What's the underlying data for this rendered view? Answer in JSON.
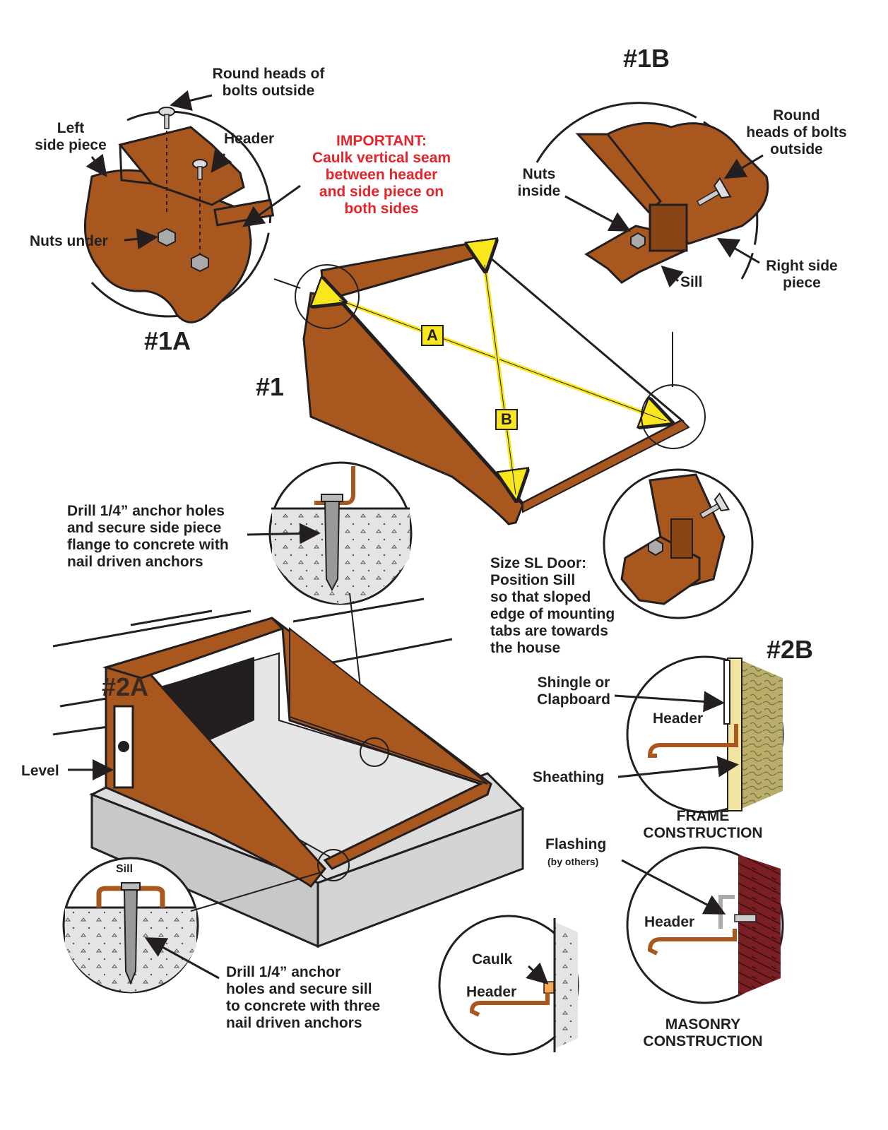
{
  "labels": {
    "round_heads_1a": [
      "Round heads of",
      "bolts outside"
    ],
    "left_side_piece": [
      "Left",
      "side piece"
    ],
    "header_1a": "Header",
    "important": [
      "IMPORTANT:",
      "Caulk vertical seam",
      "between header",
      "and side piece on",
      "both sides"
    ],
    "nuts_under": "Nuts under",
    "fig_1a": "#1A",
    "fig_1b": "#1B",
    "nuts_inside": [
      "Nuts",
      "inside"
    ],
    "round_heads_1b": [
      "Round",
      "heads of bolts",
      "outside"
    ],
    "sill_1b": "Sill",
    "right_side_piece": [
      "Right side",
      "piece"
    ],
    "fig_1": "#1",
    "diag_a": "A",
    "diag_b": "B",
    "drill_side": [
      "Drill 1/4” anchor holes",
      "and secure side piece",
      "flange to concrete with",
      "nail driven anchors"
    ],
    "size_sl": [
      "Size SL Door:",
      "Position Sill",
      "so that sloped",
      "edge of mounting",
      "tabs are towards",
      "the house"
    ],
    "fig_2a": "#2A",
    "fig_2b": "#2B",
    "level": "Level",
    "shingle": [
      "Shingle or",
      "Clapboard"
    ],
    "header_frame": "Header",
    "sheathing": "Sheathing",
    "frame_construction": [
      "FRAME",
      "CONSTRUCTION"
    ],
    "flashing": "Flashing",
    "by_others": "(by others)",
    "header_masonry": "Header",
    "masonry_construction": [
      "MASONRY",
      "CONSTRUCTION"
    ],
    "sill_bottom": "Sill",
    "drill_sill": [
      "Drill 1/4” anchor",
      "holes and secure sill",
      "to concrete with three",
      "nail driven anchors"
    ],
    "caulk": "Caulk",
    "header_caulk": "Header"
  },
  "colors": {
    "steel": "#a8581e",
    "steel_dark": "#7a3c12",
    "outline": "#231f20",
    "arrow": "#f8e71c",
    "important": "#e3262b",
    "concrete": "#dcdcdc",
    "insulation": "#b8ad6a",
    "brick": "#7a1f23"
  },
  "icons": [
    "bolt-icon",
    "nut-icon",
    "anchor-icon",
    "level-icon"
  ]
}
